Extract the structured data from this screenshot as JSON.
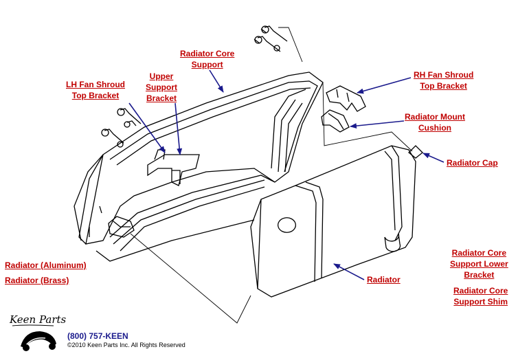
{
  "labels": {
    "radiator_core_support": [
      "Radiator Core",
      "Support"
    ],
    "lh_fan_shroud": [
      "LH Fan Shroud",
      "Top Bracket"
    ],
    "upper_support_bracket": [
      "Upper",
      "Support",
      "Bracket"
    ],
    "rh_fan_shroud": [
      "RH Fan Shroud",
      "Top Bracket"
    ],
    "radiator_mount_cushion": [
      "Radiator Mount",
      "Cushion"
    ],
    "radiator_cap": "Radiator Cap",
    "radiator_aluminum": "Radiator (Aluminum)",
    "radiator_brass": "Radiator (Brass)",
    "radiator": "Radiator",
    "core_support_lower_bracket": [
      "Radiator Core",
      "Support Lower",
      "Bracket"
    ],
    "core_support_shim": [
      "Radiator Core",
      "Support Shim"
    ]
  },
  "footer": {
    "phone": "(800) 757-KEEN",
    "copyright": "©2010 Keen Parts Inc. All Rights Reserved",
    "logo_text": "Keen Parts"
  },
  "colors": {
    "label": "#c00000",
    "arrow": "#1a1a8c",
    "drawing": "#000000"
  }
}
